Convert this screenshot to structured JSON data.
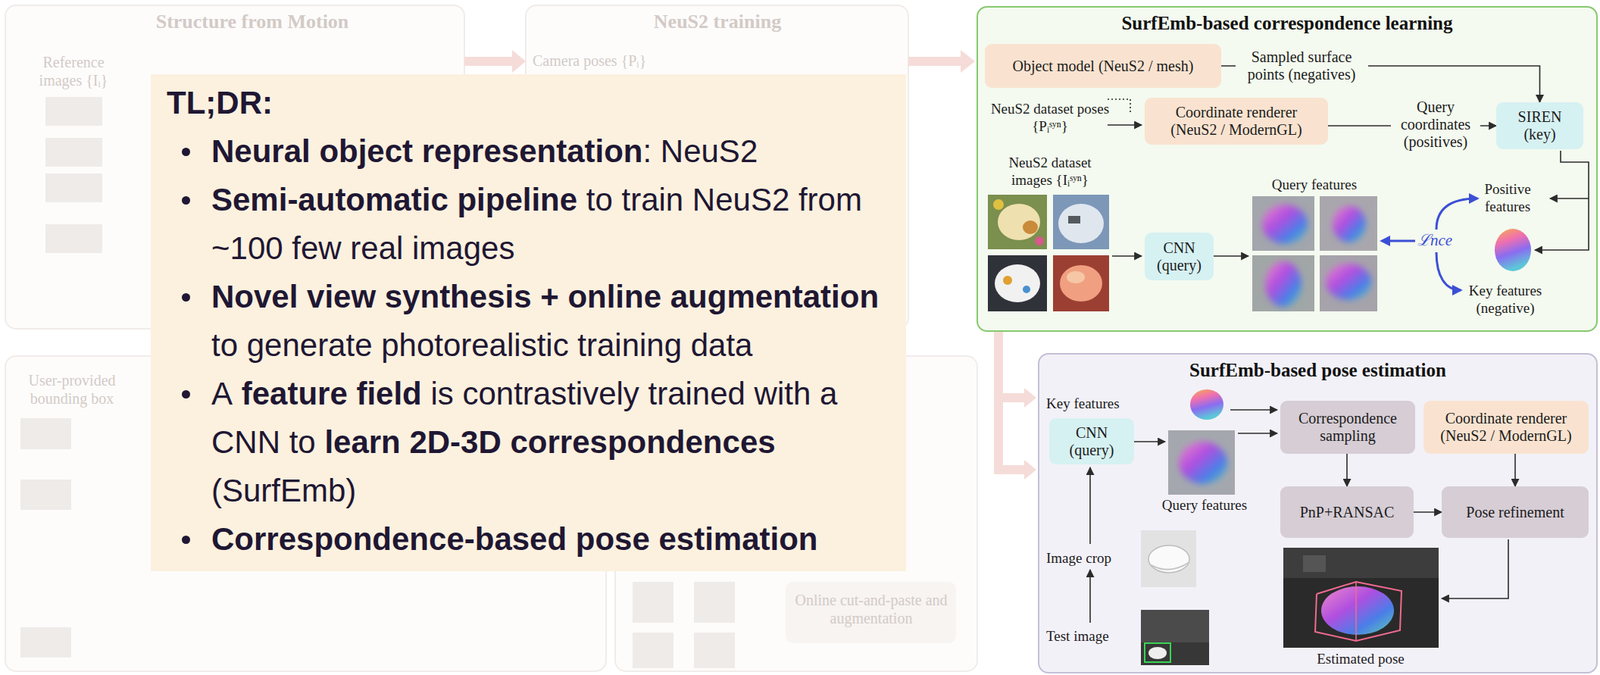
{
  "diagram": {
    "nodes": [
      {
        "text": [
          "TL;DR:",
          "Neural object representation",
          ": NeuS2",
          "Semi-automatic pipeline",
          "to train NeuS2 from ~100 few real images",
          "Novel view synthesis + online augmentation",
          "to generate photorealistic training data",
          "A",
          "feature field",
          "is contrastively trained with a CNN to",
          "learn 2D-3D correspondences",
          "(SurfEmb)",
          "Correspondence-based pose estimation"
        ]
      },
      {
        "text": [
          "SurfEmb-based correspondence learning"
        ]
      },
      {
        "text": [
          "Object model (NeuS2 / mesh)"
        ],
        "in": 1
      },
      {
        "text": [
          "Coordinate renderer (NeuS2 / ModernGL)"
        ],
        "in": 1
      },
      {
        "text": [
          "SIREN (key)"
        ],
        "in": 1
      },
      {
        "text": [
          "CNN (query)"
        ],
        "in": 1
      },
      {
        "text": [
          "SurfEmb-based pose estimation"
        ]
      },
      {
        "text": [
          "CNN (query)"
        ],
        "in": 6
      },
      {
        "text": [
          "Correspondence sampling"
        ],
        "in": 6
      },
      {
        "text": [
          "Coordinate renderer (NeuS2 / ModernGL)"
        ],
        "in": 6
      },
      {
        "text": [
          "PnP+RANSAC"
        ],
        "in": 6
      },
      {
        "text": [
          "Pose refinement"
        ],
        "in": 6
      }
    ],
    "edges": [
      {
        "from": 2,
        "to": 4,
        "label": "Sampled surface points (negatives)",
        "arrow": "to"
      },
      {
        "from": 3,
        "to": 4,
        "label": "Query coordinates (positives)",
        "arrow": "to"
      },
      {
        "from": 8,
        "to": 10,
        "arrow": "to"
      },
      {
        "from": 9,
        "to": 11,
        "arrow": "to"
      },
      {
        "from": 10,
        "to": 11,
        "arrow": "to"
      }
    ],
    "labels": [
      "Structure from Motion",
      "Reference images {Iᵢ}",
      "NeuS2 training",
      "Camera poses {Pᵢ}",
      "User-provided bounding box",
      "Online cut-and-paste and augmentation",
      "NeuS2 dataset poses {Pᵢˢʸⁿ}",
      "NeuS2 dataset images {Iᵢˢʸⁿ}",
      "Query features",
      "Positive features",
      "ℒnce",
      "Key features (negative)",
      "Key features",
      "Query features",
      "Image crop",
      "Test image",
      "Estimated pose"
    ]
  }
}
